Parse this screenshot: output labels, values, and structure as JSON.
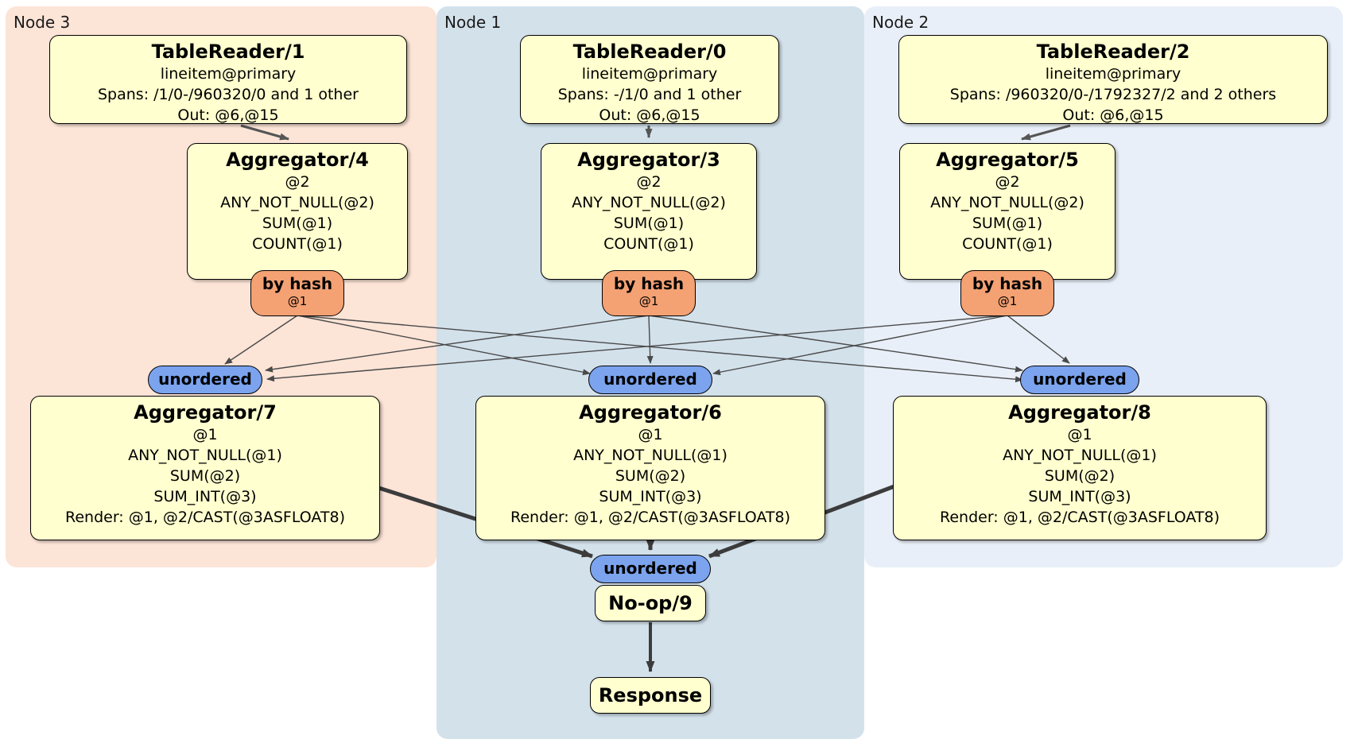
{
  "colors": {
    "node3_bg": "#fce4d7",
    "node1_bg": "#d3e1eb",
    "node2_bg": "#e9eff8",
    "processor_fill": "#ffffcf",
    "router_fill": "#f4a173",
    "sync_fill": "#7ba3ee",
    "edge": "#4a4a4a"
  },
  "regions": {
    "node3": {
      "label": "Node 3"
    },
    "node1": {
      "label": "Node 1"
    },
    "node2": {
      "label": "Node 2"
    }
  },
  "processors": {
    "tablereader1": {
      "title": "TableReader/1",
      "lines": [
        "lineitem@primary",
        "Spans: /1/0-/960320/0 and 1 other",
        "Out: @6,@15"
      ]
    },
    "tablereader0": {
      "title": "TableReader/0",
      "lines": [
        "lineitem@primary",
        "Spans: -/1/0 and 1 other",
        "Out: @6,@15"
      ]
    },
    "tablereader2": {
      "title": "TableReader/2",
      "lines": [
        "lineitem@primary",
        "Spans: /960320/0-/1792327/2 and 2 others",
        "Out: @6,@15"
      ]
    },
    "aggregator4": {
      "title": "Aggregator/4",
      "lines": [
        "@2",
        "ANY_NOT_NULL(@2)",
        "SUM(@1)",
        "COUNT(@1)"
      ]
    },
    "aggregator3": {
      "title": "Aggregator/3",
      "lines": [
        "@2",
        "ANY_NOT_NULL(@2)",
        "SUM(@1)",
        "COUNT(@1)"
      ]
    },
    "aggregator5": {
      "title": "Aggregator/5",
      "lines": [
        "@2",
        "ANY_NOT_NULL(@2)",
        "SUM(@1)",
        "COUNT(@1)"
      ]
    },
    "aggregator7": {
      "title": "Aggregator/7",
      "lines": [
        "@1",
        "ANY_NOT_NULL(@1)",
        "SUM(@2)",
        "SUM_INT(@3)",
        "Render: @1, @2/CAST(@3ASFLOAT8)"
      ]
    },
    "aggregator6": {
      "title": "Aggregator/6",
      "lines": [
        "@1",
        "ANY_NOT_NULL(@1)",
        "SUM(@2)",
        "SUM_INT(@3)",
        "Render: @1, @2/CAST(@3ASFLOAT8)"
      ]
    },
    "aggregator8": {
      "title": "Aggregator/8",
      "lines": [
        "@1",
        "ANY_NOT_NULL(@1)",
        "SUM(@2)",
        "SUM_INT(@3)",
        "Render: @1, @2/CAST(@3ASFLOAT8)"
      ]
    },
    "noop": {
      "title": "No-op/9"
    },
    "response": {
      "title": "Response"
    }
  },
  "router": {
    "label": "by hash",
    "detail": "@1"
  },
  "sync": {
    "label": "unordered"
  }
}
